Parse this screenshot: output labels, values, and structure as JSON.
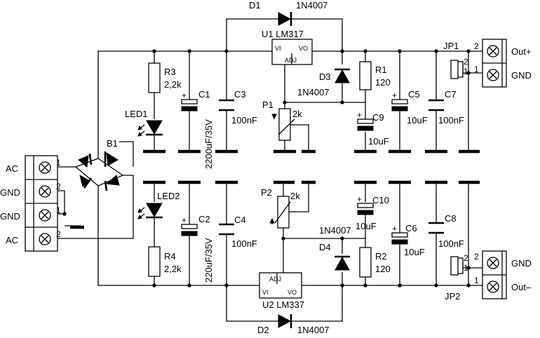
{
  "labels": {
    "d1": "D1",
    "d1_type": "1N4007",
    "d2": "D2",
    "d2_type": "1N4007",
    "d3": "D3",
    "d3_type": "1N4007",
    "d4": "D4",
    "d4_type": "1N4007",
    "u1": "U1 LM317",
    "u2": "U2 LM337",
    "u_vi": "VI",
    "u_vo": "VO",
    "u_adj": "ADJ",
    "r1": "R1",
    "r1_val": "120",
    "r2": "R2",
    "r2_val": "120",
    "r3": "R3",
    "r3_val": "2,2k",
    "r4": "R4",
    "r4_val": "2,2k",
    "c1": "C1",
    "c1_val": "2200uF/35V",
    "c2": "C2",
    "c2_val": "220uF/35V",
    "c3": "C3",
    "c3_val": "100nF",
    "c4": "C4",
    "c4_val": "100nF",
    "c5": "C5",
    "c5_val": "10uF",
    "c6": "C6",
    "c6_val": "10uF",
    "c7": "C7",
    "c7_val": "100nF",
    "c8": "C8",
    "c8_val": "100nF",
    "c9": "C9",
    "c9_val": "10uF",
    "c10": "C10",
    "c10_val": "10uF",
    "p1": "P1",
    "p1_val": "2k",
    "p2": "P2",
    "p2_val": "2k",
    "led1": "LED1",
    "led2": "LED2",
    "b1": "B1",
    "jp1": "JP1",
    "jp2": "JP2",
    "plus": "+",
    "pin1": "1",
    "pin2": "2"
  },
  "input_terminals": [
    "AC",
    "GND",
    "GND",
    "AC"
  ],
  "output_terminals_top": [
    "Out+",
    "GND"
  ],
  "output_terminals_bottom": [
    "GND",
    "Out–"
  ]
}
